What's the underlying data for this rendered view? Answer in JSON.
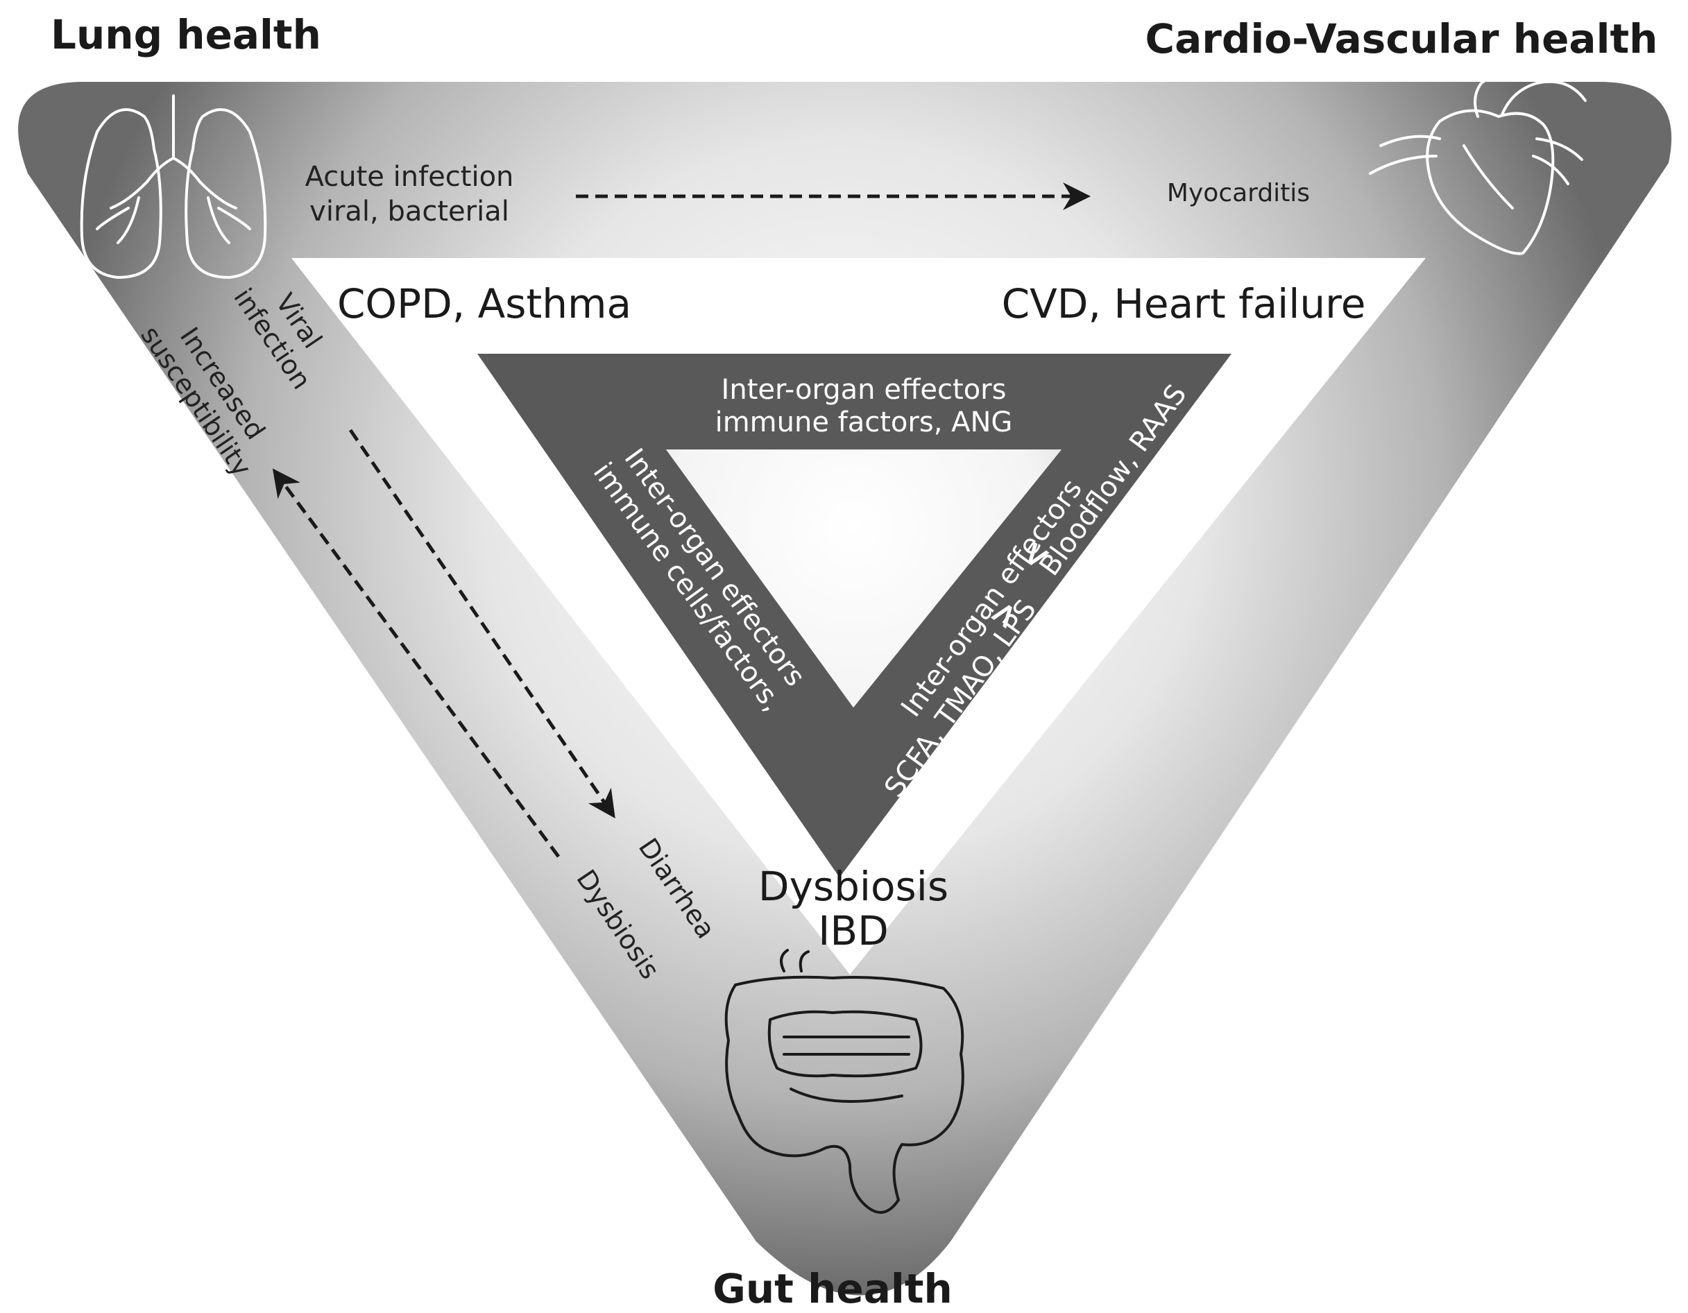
{
  "corners": {
    "lung": "Lung health",
    "cardio": "Cardio-Vascular health",
    "gut": "Gut health"
  },
  "top_band": {
    "from_label_line1": "Acute infection",
    "from_label_line2": "viral, bacterial",
    "to_label": "Myocarditis"
  },
  "left_band": {
    "down_label_line1": "Viral",
    "down_label_line2": "infection",
    "up_label_line1": "Increased",
    "up_label_line2": "susceptibility",
    "down_target": "Diarrhea",
    "up_source": "Dysbiosis"
  },
  "conditions": {
    "lung": "COPD, Asthma",
    "cardio": "CVD, Heart failure",
    "gut_line1": "Dysbiosis",
    "gut_line2": "IBD"
  },
  "effectors": {
    "top_line1": "Inter-organ effectors",
    "top_line2": "immune factors, ANG",
    "left_line1": "Inter-organ effectors",
    "left_line2": "immune cells/factors,",
    "right_line1": "Inter-organ effectors",
    "right_line2": "SCFA, TMAO, LPS",
    "right_line3": "Bloodflow, RAAS",
    "right_arrow_out": ">",
    "right_arrow_in": "<"
  },
  "colors": {
    "band_dark": "#6e6e6e",
    "band_light": "#f2f2f2",
    "effector_fill": "#595959",
    "text": "#1a1a1a"
  }
}
